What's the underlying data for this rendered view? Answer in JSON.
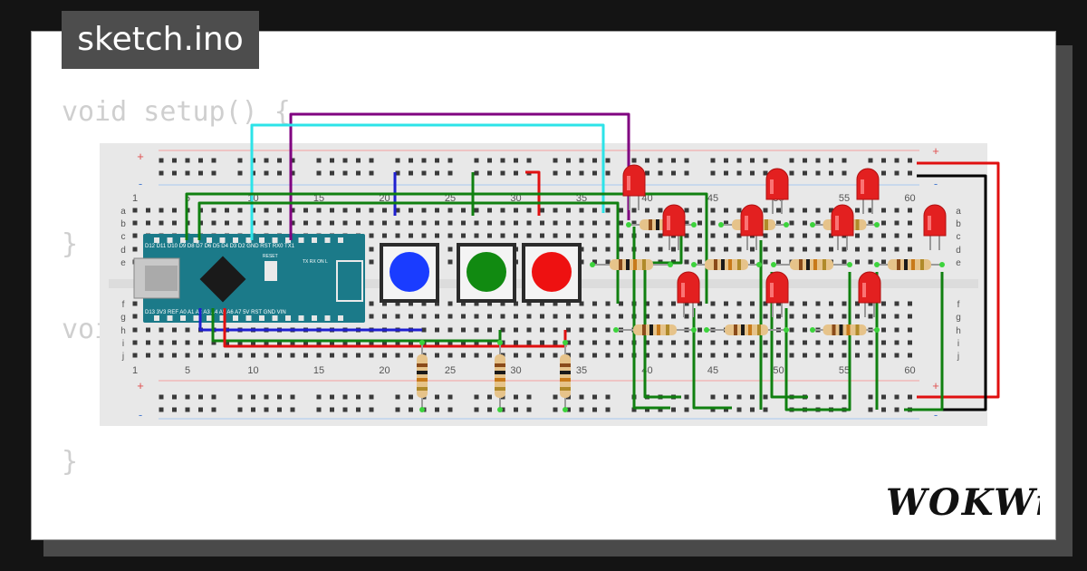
{
  "file_tab": {
    "label": "sketch.ino"
  },
  "code": {
    "line1": "void setup() {",
    "line2": "}",
    "line3": "voi",
    "line4": "}"
  },
  "breadboard": {
    "column_numbers": [
      "1",
      "5",
      "10",
      "15",
      "20",
      "25",
      "30",
      "35",
      "40",
      "45",
      "50",
      "55",
      "60"
    ],
    "row_letters_top": [
      "a",
      "b",
      "c",
      "d",
      "e"
    ],
    "row_letters_bottom": [
      "f",
      "g",
      "h",
      "i",
      "j"
    ],
    "rail_plus": "+",
    "rail_minus": "-"
  },
  "arduino": {
    "top_pin_labels": "D12 D11 D10 D9 D8 D7 D6 D5 D4 D3 D2 GND RST RX0 TX1",
    "bottom_pin_labels": "D13 3V3 REF A0 A1 A2 A3 A4 A5 A6 A7 5V RST GND VIN",
    "reset_label": "RESET",
    "led_labels": "TX RX ON L"
  },
  "buttons": [
    {
      "color": "#1a3cff"
    },
    {
      "color": "#118a11"
    },
    {
      "color": "#ee1111"
    }
  ],
  "colors": {
    "breadboard": "#e8e8e8",
    "wire_purple": "#800080",
    "wire_cyan": "#2de3e8",
    "wire_blue": "#1f1fd0",
    "wire_green": "#108010",
    "wire_red": "#e01010",
    "wire_black": "#000000",
    "arduino": "#1b7a89"
  },
  "brand": {
    "logo_text": "WOKWi"
  }
}
